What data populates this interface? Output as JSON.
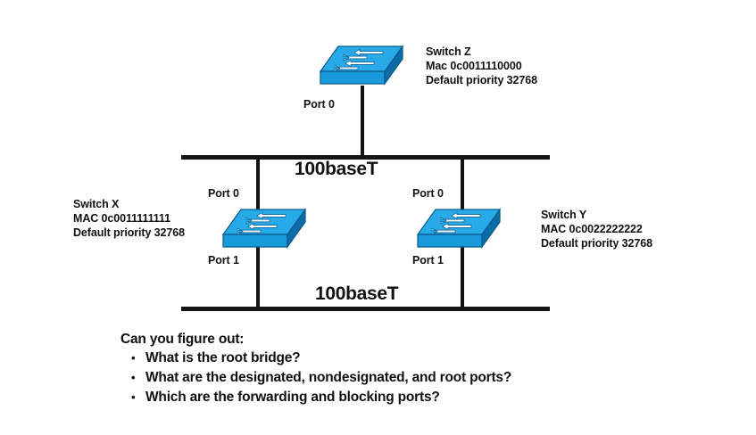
{
  "diagram": {
    "title": "Spanning Tree Protocol topology exercise",
    "colors": {
      "switch_top_face": "#29AAE8",
      "switch_front_face": "#1799DB",
      "switch_side_face": "#0C6CA5",
      "switch_outline": "#0A5A8C",
      "arrow_fill": "#FFFFFF",
      "line": "#141414",
      "background": "#FFFFFF",
      "text": "#111111"
    },
    "switches": [
      {
        "id": "switch-z",
        "name": "Switch Z",
        "mac": "Mac 0c0011110000",
        "priority": "Default priority 32768",
        "ports": [
          "Port 0"
        ]
      },
      {
        "id": "switch-x",
        "name": "Switch X",
        "mac": "MAC 0c0011111111",
        "priority": "Default priority 32768",
        "ports": [
          "Port 0",
          "Port 1"
        ]
      },
      {
        "id": "switch-y",
        "name": "Switch Y",
        "mac": "MAC 0c0022222222",
        "priority": "Default priority 32768",
        "ports": [
          "Port 0",
          "Port 1"
        ]
      }
    ],
    "segments": [
      {
        "id": "segment-top",
        "label": "100baseT"
      },
      {
        "id": "segment-bottom",
        "label": "100baseT"
      }
    ],
    "questions": {
      "heading": "Can you figure out:",
      "items": [
        "What is the root bridge?",
        "What are the designated, nondesignated, and root ports?",
        "Which are the forwarding and blocking ports?"
      ]
    }
  }
}
